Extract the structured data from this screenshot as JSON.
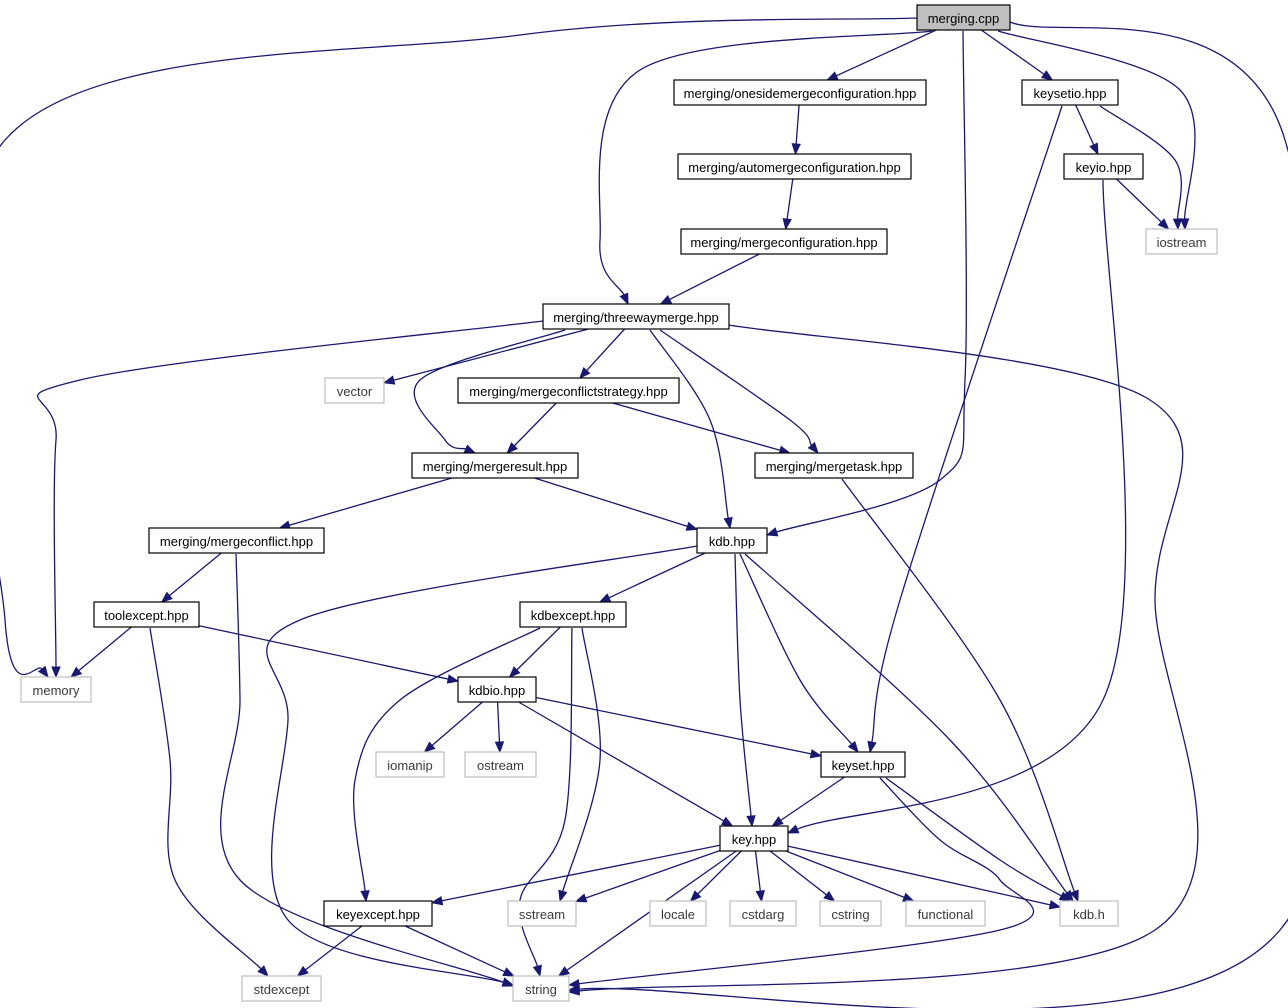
{
  "graph": {
    "nodes": [
      {
        "id": "merging_cpp",
        "label": "merging.cpp",
        "kind": "root"
      },
      {
        "id": "onesided",
        "label": "merging/onesidemergeconfiguration.hpp",
        "kind": "file"
      },
      {
        "id": "keysetio",
        "label": "keysetio.hpp",
        "kind": "file"
      },
      {
        "id": "automerge",
        "label": "merging/automergeconfiguration.hpp",
        "kind": "file"
      },
      {
        "id": "keyio",
        "label": "keyio.hpp",
        "kind": "file"
      },
      {
        "id": "iostream",
        "label": "iostream",
        "kind": "system"
      },
      {
        "id": "mergeconf",
        "label": "merging/mergeconfiguration.hpp",
        "kind": "file"
      },
      {
        "id": "threeway",
        "label": "merging/threewaymerge.hpp",
        "kind": "file"
      },
      {
        "id": "vector",
        "label": "vector",
        "kind": "system"
      },
      {
        "id": "conflictstrategy",
        "label": "merging/mergeconflictstrategy.hpp",
        "kind": "file"
      },
      {
        "id": "mergeresult",
        "label": "merging/mergeresult.hpp",
        "kind": "file"
      },
      {
        "id": "mergetask",
        "label": "merging/mergetask.hpp",
        "kind": "file"
      },
      {
        "id": "mergeconflict",
        "label": "merging/mergeconflict.hpp",
        "kind": "file"
      },
      {
        "id": "kdbhpp",
        "label": "kdb.hpp",
        "kind": "file"
      },
      {
        "id": "toolexcept",
        "label": "toolexcept.hpp",
        "kind": "file"
      },
      {
        "id": "kdbexcept",
        "label": "kdbexcept.hpp",
        "kind": "file"
      },
      {
        "id": "memory",
        "label": "memory",
        "kind": "system"
      },
      {
        "id": "kdbio",
        "label": "kdbio.hpp",
        "kind": "file"
      },
      {
        "id": "iomanip",
        "label": "iomanip",
        "kind": "system"
      },
      {
        "id": "ostream",
        "label": "ostream",
        "kind": "system"
      },
      {
        "id": "keyset",
        "label": "keyset.hpp",
        "kind": "file"
      },
      {
        "id": "key",
        "label": "key.hpp",
        "kind": "file"
      },
      {
        "id": "keyexcept",
        "label": "keyexcept.hpp",
        "kind": "file"
      },
      {
        "id": "sstream",
        "label": "sstream",
        "kind": "system"
      },
      {
        "id": "locale",
        "label": "locale",
        "kind": "system"
      },
      {
        "id": "cstdarg",
        "label": "cstdarg",
        "kind": "system"
      },
      {
        "id": "cstring",
        "label": "cstring",
        "kind": "system"
      },
      {
        "id": "functional",
        "label": "functional",
        "kind": "system"
      },
      {
        "id": "kdbh",
        "label": "kdb.h",
        "kind": "system"
      },
      {
        "id": "stdexcept",
        "label": "stdexcept",
        "kind": "system"
      },
      {
        "id": "string",
        "label": "string",
        "kind": "system"
      }
    ],
    "edges": [
      [
        "merging_cpp",
        "onesided"
      ],
      [
        "merging_cpp",
        "threeway"
      ],
      [
        "merging_cpp",
        "kdbhpp"
      ],
      [
        "merging_cpp",
        "keysetio"
      ],
      [
        "merging_cpp",
        "iostream"
      ],
      [
        "merging_cpp",
        "memory"
      ],
      [
        "merging_cpp",
        "string"
      ],
      [
        "onesided",
        "automerge"
      ],
      [
        "automerge",
        "mergeconf"
      ],
      [
        "mergeconf",
        "threeway"
      ],
      [
        "keysetio",
        "keyio"
      ],
      [
        "keysetio",
        "iostream"
      ],
      [
        "keysetio",
        "keyset"
      ],
      [
        "keyio",
        "iostream"
      ],
      [
        "keyio",
        "key"
      ],
      [
        "threeway",
        "memory"
      ],
      [
        "threeway",
        "vector"
      ],
      [
        "threeway",
        "conflictstrategy"
      ],
      [
        "threeway",
        "mergeresult"
      ],
      [
        "threeway",
        "mergetask"
      ],
      [
        "threeway",
        "kdbhpp"
      ],
      [
        "threeway",
        "string"
      ],
      [
        "conflictstrategy",
        "mergeresult"
      ],
      [
        "conflictstrategy",
        "mergetask"
      ],
      [
        "mergeresult",
        "mergeconflict"
      ],
      [
        "mergeresult",
        "kdbhpp"
      ],
      [
        "mergetask",
        "kdbh"
      ],
      [
        "mergeconflict",
        "toolexcept"
      ],
      [
        "mergeconflict",
        "string"
      ],
      [
        "kdbhpp",
        "kdbexcept"
      ],
      [
        "kdbhpp",
        "keyset"
      ],
      [
        "kdbhpp",
        "key"
      ],
      [
        "kdbhpp",
        "kdbh"
      ],
      [
        "kdbhpp",
        "string"
      ],
      [
        "toolexcept",
        "memory"
      ],
      [
        "toolexcept",
        "kdbio"
      ],
      [
        "toolexcept",
        "stdexcept"
      ],
      [
        "kdbexcept",
        "kdbio"
      ],
      [
        "kdbexcept",
        "keyexcept"
      ],
      [
        "kdbexcept",
        "sstream"
      ],
      [
        "kdbexcept",
        "string"
      ],
      [
        "kdbio",
        "iomanip"
      ],
      [
        "kdbio",
        "ostream"
      ],
      [
        "kdbio",
        "keyset"
      ],
      [
        "kdbio",
        "key"
      ],
      [
        "keyset",
        "key"
      ],
      [
        "keyset",
        "kdbh"
      ],
      [
        "keyset",
        "string"
      ],
      [
        "key",
        "keyexcept"
      ],
      [
        "key",
        "sstream"
      ],
      [
        "key",
        "string"
      ],
      [
        "key",
        "locale"
      ],
      [
        "key",
        "cstdarg"
      ],
      [
        "key",
        "cstring"
      ],
      [
        "key",
        "functional"
      ],
      [
        "key",
        "kdbh"
      ],
      [
        "keyexcept",
        "stdexcept"
      ],
      [
        "keyexcept",
        "string"
      ]
    ]
  },
  "colors": {
    "edge": "#191970",
    "root_fill": "#bfbfbf",
    "file_border": "#000000",
    "system_border": "#bfbfbf"
  }
}
